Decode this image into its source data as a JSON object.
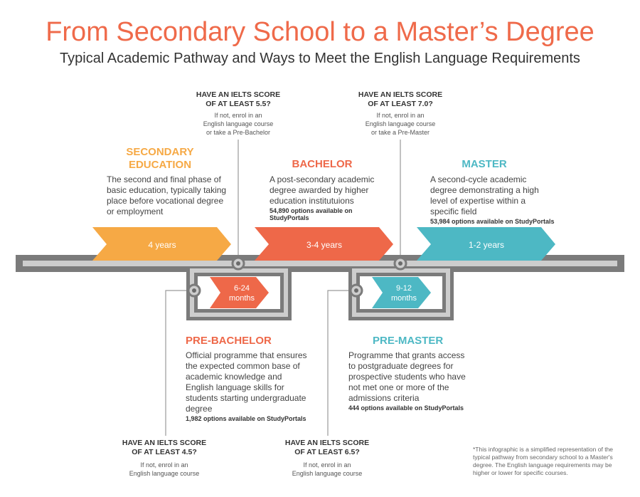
{
  "title": "From Secondary School to a Master’s Degree",
  "subtitle": "Typical Academic Pathway and Ways to Meet the English Language Requirements",
  "colors": {
    "secondary": "#f6a945",
    "bachelor": "#ee6849",
    "master": "#4db8c4",
    "track": "#7b7b7b",
    "track_light": "#cdcdcd"
  },
  "stages": {
    "secondary": {
      "heading": "SECONDARY EDUCATION",
      "heading_l1": "SECONDARY",
      "heading_l2": "EDUCATION",
      "description": "The second and final phase of basic education, typically taking place before vocational degree or employment",
      "duration": "4 years"
    },
    "bachelor": {
      "heading": "BACHELOR",
      "description": "A post-secondary academic degree awarded by higher education institutuions",
      "options": "54,890 options available on StudyPortals",
      "duration": "3-4 years"
    },
    "master": {
      "heading": "MASTER",
      "description": "A second-cycle academic degree demonstrating a high level of expertise within a specific field",
      "options": "53,984 options available on StudyPortals",
      "duration": "1-2 years"
    },
    "pre_bachelor": {
      "heading": "PRE-BACHELOR",
      "description": "Official programme that ensures the expected common base of academic knowledge and English language skills for students starting undergraduate degree",
      "options": "1,982 options available on StudyPortals",
      "duration_l1": "6-24",
      "duration_l2": "months"
    },
    "pre_master": {
      "heading": "PRE-MASTER",
      "description": "Programme that grants access to postgraduate degrees for prospective students who have not met one or more of the admissions criteria",
      "options": "444 options available on StudyPortals",
      "duration_l1": "9-12",
      "duration_l2": "months"
    }
  },
  "requirements": [
    {
      "q1": "HAVE AN IELTS SCORE",
      "q2": "OF AT LEAST 5.5?",
      "n1": "If not, enrol in an",
      "n2": "English language course",
      "n3": "or take a Pre-Bachelor"
    },
    {
      "q1": "HAVE AN IELTS SCORE",
      "q2": "OF AT LEAST 7.0?",
      "n1": "If not, enrol in an",
      "n2": "English language course",
      "n3": "or take a Pre-Master"
    },
    {
      "q1": "HAVE AN IELTS SCORE",
      "q2": "OF AT LEAST 4.5?",
      "n1": "If not, enrol in an",
      "n2": "English language course"
    },
    {
      "q1": "HAVE AN IELTS SCORE",
      "q2": "OF AT LEAST 6.5?",
      "n1": "If not, enrol in an",
      "n2": "English language course"
    }
  ],
  "footnote": "*This infographic is a simplified representation of the typical pathway from secondary school to a Master's degree. The English language requirements may be higher or lower for specific courses."
}
